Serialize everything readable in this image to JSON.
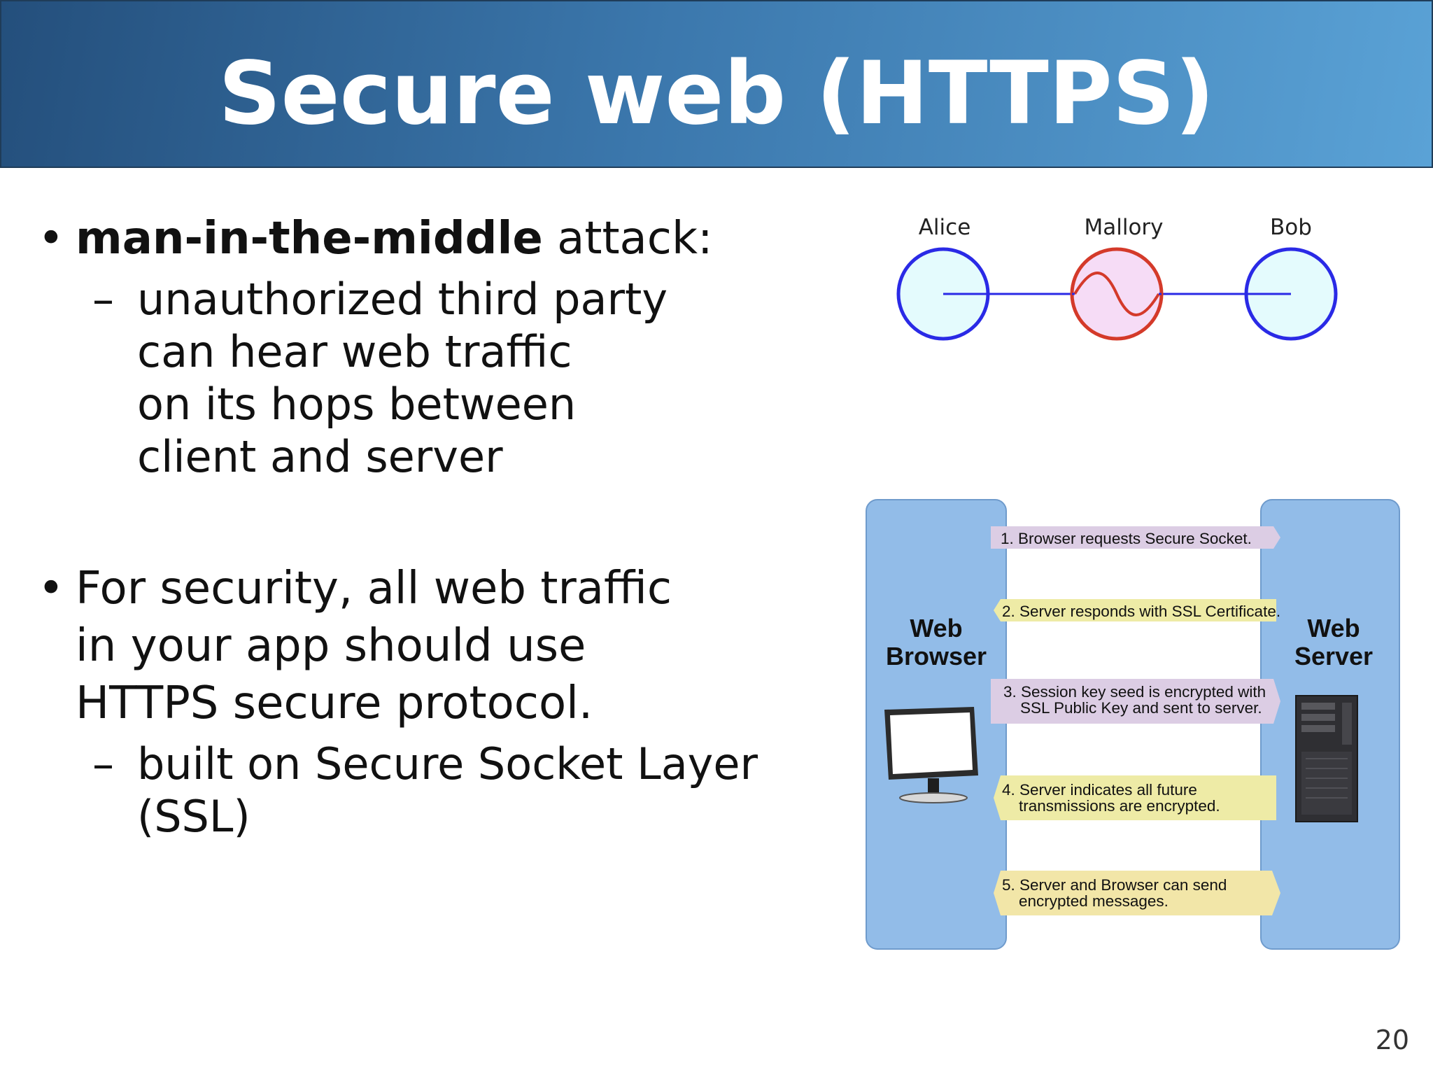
{
  "title": "Secure web (HTTPS)",
  "bullets": [
    {
      "bold": "man-in-the-middle",
      "text": " attack:",
      "sub": [
        "unauthorized third party",
        "can hear web traffic",
        "on its hops between",
        "client and server"
      ]
    },
    {
      "lines": [
        "For security, all web traffic",
        "in your app should use",
        "HTTPS secure protocol."
      ],
      "sub": [
        "built on Secure Socket Layer (SSL)"
      ]
    }
  ],
  "mitm": {
    "alice": "Alice",
    "mallory": "Mallory",
    "bob": "Bob",
    "colors": {
      "endpoint": "#2a2ae6",
      "endpoint_fill": "#e4fbfd",
      "attacker": "#d43a2a",
      "attacker_fill": "#f6dcf6"
    }
  },
  "ssl": {
    "browser_line1": "Web",
    "browser_line2": "Browser",
    "server_line1": "Web",
    "server_line2": "Server",
    "steps": [
      {
        "line1": "1. Browser requests Secure Socket.",
        "line2": "",
        "direction": "to-server",
        "color": "#dccde4"
      },
      {
        "line1": "2. Server responds with SSL Certificate.",
        "line2": "",
        "direction": "to-browser",
        "color": "#eeeba6"
      },
      {
        "line1": "3. Session key seed is encrypted with",
        "line2": "SSL Public Key and sent to server.",
        "direction": "to-server",
        "color": "#dccde4"
      },
      {
        "line1": "4. Server indicates all future",
        "line2": "transmissions are encrypted.",
        "direction": "to-browser",
        "color": "#eeeba6"
      },
      {
        "line1": "5. Server and Browser can send",
        "line2": "encrypted messages.",
        "direction": "both",
        "color": "#f2e6a8"
      }
    ],
    "colors": {
      "panel": "#92bce8"
    }
  },
  "page_number": "20"
}
